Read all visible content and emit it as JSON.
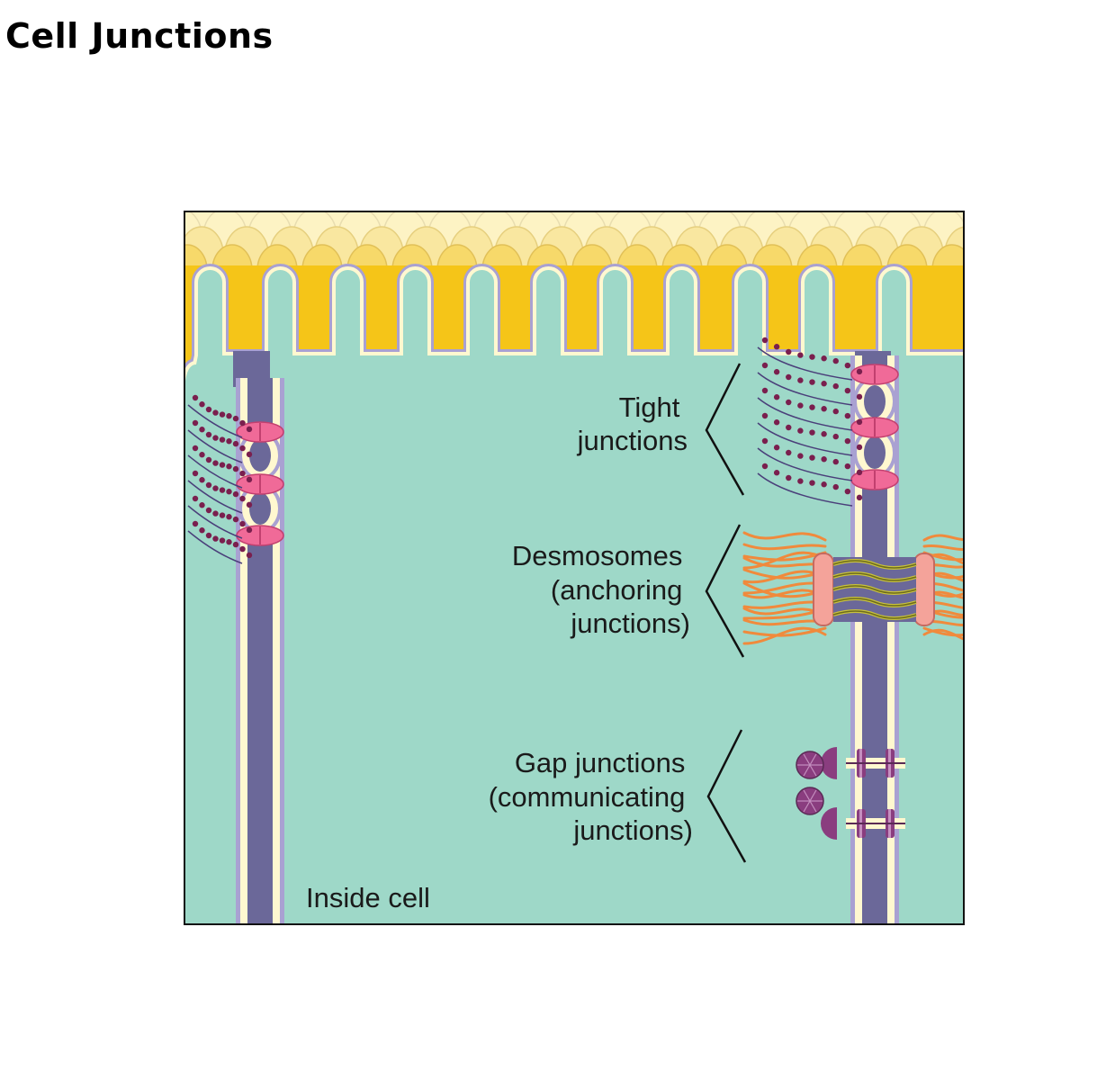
{
  "page": {
    "title": "Cell Junctions"
  },
  "diagram": {
    "labels": {
      "tight": [
        "Tight",
        "junctions"
      ],
      "desmosomes": [
        "Desmosomes",
        "(anchoring",
        "junctions)"
      ],
      "gap": [
        "Gap junctions",
        "(communicating",
        "junctions)"
      ],
      "inside": "Inside cell"
    },
    "colors": {
      "cytoplasm": "#9ed8c8",
      "outside": "#fdf3c4",
      "microvilli_fill": "#f5c518",
      "membrane_dark": "#6b6899",
      "membrane_light": "#fff8d0",
      "membrane_edge": "#a9a1d2",
      "tight_protein": "#f06a98",
      "tight_strand": "#7a1f4e",
      "desmosome_plaque": "#f4a39a",
      "desmosome_filament": "#f08a3c",
      "desmosome_cadherin": "#6b6a1e",
      "gap_connexon": "#8a3d7f"
    }
  }
}
